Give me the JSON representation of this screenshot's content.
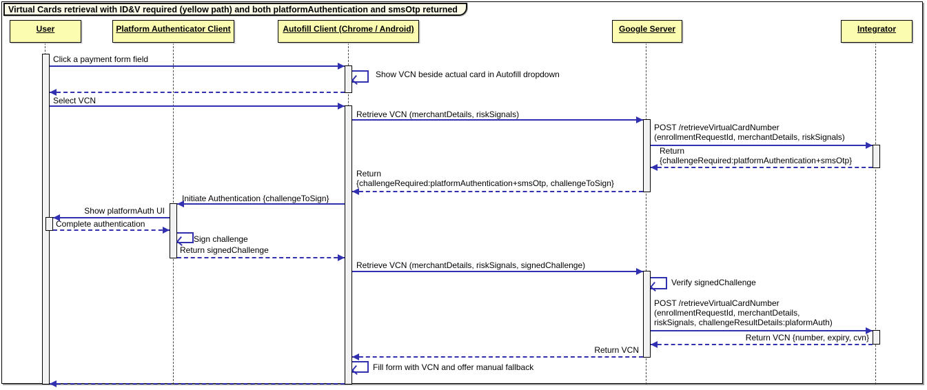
{
  "title": "Virtual Cards retrieval with ID&V required (yellow path) and both platformAuthentication and smsOtp returned",
  "diagram_type": "sequence",
  "participants": [
    {
      "name": "User"
    },
    {
      "name": "Platform Authenticator Client"
    },
    {
      "name": "Autofill Client (Chrome / Android)"
    },
    {
      "name": "Google Server"
    },
    {
      "name": "Integrator"
    }
  ],
  "messages": [
    {
      "from": "User",
      "to": "Autofill Client (Chrome / Android)",
      "style": "solid",
      "label": "Click a payment form field"
    },
    {
      "self": "Autofill Client (Chrome / Android)",
      "style": "self",
      "label": "Show VCN beside actual card in Autofill dropdown"
    },
    {
      "from": "Autofill Client (Chrome / Android)",
      "to": "User",
      "style": "dashed",
      "label": ""
    },
    {
      "from": "User",
      "to": "Autofill Client (Chrome / Android)",
      "style": "solid",
      "label": "Select VCN"
    },
    {
      "from": "Autofill Client (Chrome / Android)",
      "to": "Google Server",
      "style": "solid",
      "label": "Retrieve VCN (merchantDetails, riskSignals)"
    },
    {
      "from": "Google Server",
      "to": "Integrator",
      "style": "solid",
      "label": "POST /retrieveVirtualCardNumber\n(enrollmentRequestId, merchantDetails, riskSignals)"
    },
    {
      "from": "Integrator",
      "to": "Google Server",
      "style": "dashed",
      "label": "Return\n{challengeRequired:platformAuthentication+smsOtp}"
    },
    {
      "from": "Google Server",
      "to": "Autofill Client (Chrome / Android)",
      "style": "dashed",
      "label": "Return\n{challengeRequired:platformAuthentication+smsOtp, challengeToSign}"
    },
    {
      "from": "Autofill Client (Chrome / Android)",
      "to": "Platform Authenticator Client",
      "style": "solid",
      "label": "Initiate Authentication {challengeToSign}"
    },
    {
      "from": "Platform Authenticator Client",
      "to": "User",
      "style": "solid",
      "label": "Show platformAuth UI"
    },
    {
      "from": "User",
      "to": "Platform Authenticator Client",
      "style": "dashed",
      "label": "Complete authentication"
    },
    {
      "self": "Platform Authenticator Client",
      "style": "self",
      "label": "Sign challenge"
    },
    {
      "from": "Platform Authenticator Client",
      "to": "Autofill Client (Chrome / Android)",
      "style": "dashed",
      "label": "Return signedChallenge"
    },
    {
      "from": "Autofill Client (Chrome / Android)",
      "to": "Google Server",
      "style": "solid",
      "label": "Retrieve VCN (merchantDetails, riskSignals, signedChallenge)"
    },
    {
      "self": "Google Server",
      "style": "self",
      "label": "Verify signedChallenge"
    },
    {
      "from": "Google Server",
      "to": "Integrator",
      "style": "solid",
      "label": "POST /retrieveVirtualCardNumber\n(enrollmentRequestId, merchantDetails,\nriskSignals, challengeResultDetails:plaformAuth)"
    },
    {
      "from": "Integrator",
      "to": "Google Server",
      "style": "dashed",
      "label": "Return VCN {number, expiry, cvn}"
    },
    {
      "from": "Google Server",
      "to": "Autofill Client (Chrome / Android)",
      "style": "dashed",
      "label": "Return VCN"
    },
    {
      "self": "Autofill Client (Chrome / Android)",
      "style": "self",
      "label": "Fill form with VCN and offer manual fallback"
    },
    {
      "from": "Autofill Client (Chrome / Android)",
      "to": "User",
      "style": "dashed",
      "label": ""
    }
  ],
  "colors": {
    "arrow": "#3030B0",
    "participant_fill": "#FCFCB0",
    "title_fill": "#FAFAE6",
    "activation_fill": "#F2F2F2",
    "border": "#000000",
    "lifeline": "#4A4A4A"
  }
}
